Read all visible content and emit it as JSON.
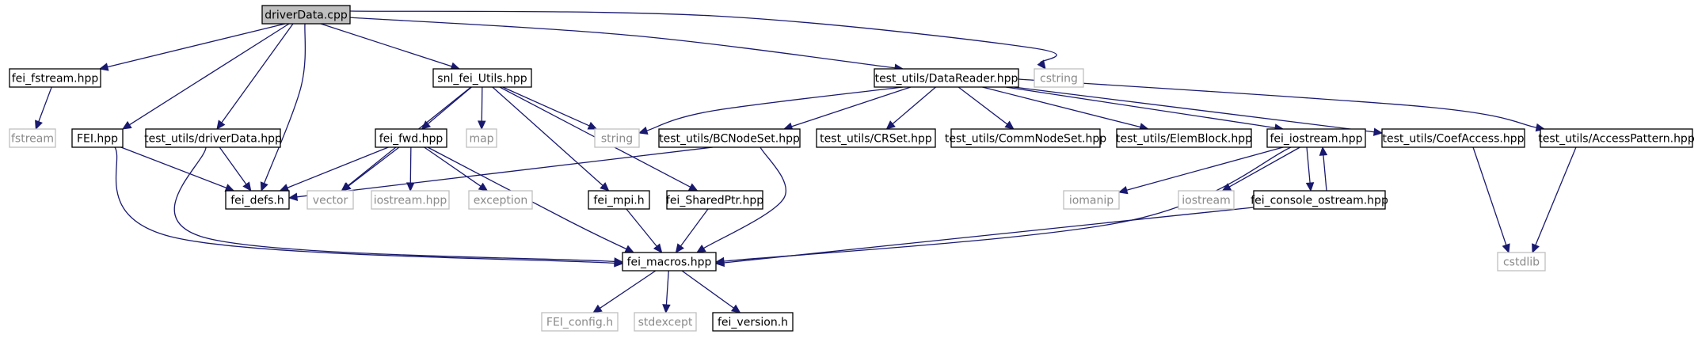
{
  "nodes": [
    {
      "id": "driverData_cpp",
      "label": "driverData.cpp",
      "kind": "root"
    },
    {
      "id": "fei_fstream_hpp",
      "label": "fei_fstream.hpp",
      "kind": "file"
    },
    {
      "id": "fstream",
      "label": "fstream",
      "kind": "external"
    },
    {
      "id": "FEI_hpp",
      "label": "FEI.hpp",
      "kind": "file"
    },
    {
      "id": "test_utils_driverData_hpp",
      "label": "test_utils/driverData.hpp",
      "kind": "file"
    },
    {
      "id": "fei_defs_h",
      "label": "fei_defs.h",
      "kind": "file"
    },
    {
      "id": "snl_fei_Utils_hpp",
      "label": "snl_fei_Utils.hpp",
      "kind": "file"
    },
    {
      "id": "fei_fwd_hpp",
      "label": "fei_fwd.hpp",
      "kind": "file"
    },
    {
      "id": "map",
      "label": "map",
      "kind": "external"
    },
    {
      "id": "string",
      "label": "string",
      "kind": "external"
    },
    {
      "id": "vector",
      "label": "vector",
      "kind": "external"
    },
    {
      "id": "iostream_hpp",
      "label": "iostream.hpp",
      "kind": "external"
    },
    {
      "id": "exception",
      "label": "exception",
      "kind": "external"
    },
    {
      "id": "fei_mpi_h",
      "label": "fei_mpi.h",
      "kind": "file"
    },
    {
      "id": "fei_SharedPtr_hpp",
      "label": "fei_SharedPtr.hpp",
      "kind": "file"
    },
    {
      "id": "fei_macros_hpp",
      "label": "fei_macros.hpp",
      "kind": "file"
    },
    {
      "id": "FEI_config_h",
      "label": "FEI_config.h",
      "kind": "external"
    },
    {
      "id": "stdexcept",
      "label": "stdexcept",
      "kind": "external"
    },
    {
      "id": "fei_version_h",
      "label": "fei_version.h",
      "kind": "file"
    },
    {
      "id": "test_utils_DataReader_hpp",
      "label": "test_utils/DataReader.hpp",
      "kind": "file"
    },
    {
      "id": "cstring",
      "label": "cstring",
      "kind": "external"
    },
    {
      "id": "test_utils_BCNodeSet_hpp",
      "label": "test_utils/BCNodeSet.hpp",
      "kind": "file"
    },
    {
      "id": "test_utils_CRSet_hpp",
      "label": "test_utils/CRSet.hpp",
      "kind": "file"
    },
    {
      "id": "test_utils_CommNodeSet_hpp",
      "label": "test_utils/CommNodeSet.hpp",
      "kind": "file"
    },
    {
      "id": "test_utils_ElemBlock_hpp",
      "label": "test_utils/ElemBlock.hpp",
      "kind": "file"
    },
    {
      "id": "fei_iostream_hpp",
      "label": "fei_iostream.hpp",
      "kind": "file"
    },
    {
      "id": "test_utils_CoefAccess_hpp",
      "label": "test_utils/CoefAccess.hpp",
      "kind": "file"
    },
    {
      "id": "test_utils_AccessPattern_hpp",
      "label": "test_utils/AccessPattern.hpp",
      "kind": "file"
    },
    {
      "id": "iomanip",
      "label": "iomanip",
      "kind": "external"
    },
    {
      "id": "iostream",
      "label": "iostream",
      "kind": "external"
    },
    {
      "id": "fei_console_ostream_hpp",
      "label": "fei_console_ostream.hpp",
      "kind": "file"
    },
    {
      "id": "cstdlib",
      "label": "cstdlib",
      "kind": "external"
    }
  ],
  "edges": [
    {
      "from": "driverData_cpp",
      "to": "fei_fstream_hpp"
    },
    {
      "from": "driverData_cpp",
      "to": "FEI_hpp"
    },
    {
      "from": "driverData_cpp",
      "to": "test_utils_driverData_hpp"
    },
    {
      "from": "driverData_cpp",
      "to": "fei_defs_h"
    },
    {
      "from": "driverData_cpp",
      "to": "snl_fei_Utils_hpp"
    },
    {
      "from": "driverData_cpp",
      "to": "test_utils_DataReader_hpp"
    },
    {
      "from": "driverData_cpp",
      "to": "cstring"
    },
    {
      "from": "fei_fstream_hpp",
      "to": "fstream"
    },
    {
      "from": "FEI_hpp",
      "to": "fei_defs_h"
    },
    {
      "from": "FEI_hpp",
      "to": "fei_macros_hpp"
    },
    {
      "from": "test_utils_driverData_hpp",
      "to": "fei_defs_h"
    },
    {
      "from": "test_utils_driverData_hpp",
      "to": "fei_macros_hpp"
    },
    {
      "from": "snl_fei_Utils_hpp",
      "to": "fei_fwd_hpp"
    },
    {
      "from": "snl_fei_Utils_hpp",
      "to": "map"
    },
    {
      "from": "snl_fei_Utils_hpp",
      "to": "string"
    },
    {
      "from": "snl_fei_Utils_hpp",
      "to": "vector"
    },
    {
      "from": "snl_fei_Utils_hpp",
      "to": "fei_mpi_h"
    },
    {
      "from": "snl_fei_Utils_hpp",
      "to": "fei_SharedPtr_hpp"
    },
    {
      "from": "fei_fwd_hpp",
      "to": "fei_defs_h"
    },
    {
      "from": "fei_fwd_hpp",
      "to": "vector"
    },
    {
      "from": "fei_fwd_hpp",
      "to": "iostream_hpp"
    },
    {
      "from": "fei_fwd_hpp",
      "to": "exception"
    },
    {
      "from": "fei_fwd_hpp",
      "to": "fei_macros_hpp"
    },
    {
      "from": "fei_mpi_h",
      "to": "fei_macros_hpp"
    },
    {
      "from": "fei_SharedPtr_hpp",
      "to": "fei_macros_hpp"
    },
    {
      "from": "fei_macros_hpp",
      "to": "FEI_config_h"
    },
    {
      "from": "fei_macros_hpp",
      "to": "stdexcept"
    },
    {
      "from": "fei_macros_hpp",
      "to": "fei_version_h"
    },
    {
      "from": "test_utils_DataReader_hpp",
      "to": "string"
    },
    {
      "from": "test_utils_DataReader_hpp",
      "to": "test_utils_BCNodeSet_hpp"
    },
    {
      "from": "test_utils_DataReader_hpp",
      "to": "test_utils_CRSet_hpp"
    },
    {
      "from": "test_utils_DataReader_hpp",
      "to": "test_utils_CommNodeSet_hpp"
    },
    {
      "from": "test_utils_DataReader_hpp",
      "to": "test_utils_ElemBlock_hpp"
    },
    {
      "from": "test_utils_DataReader_hpp",
      "to": "fei_iostream_hpp"
    },
    {
      "from": "test_utils_DataReader_hpp",
      "to": "test_utils_CoefAccess_hpp"
    },
    {
      "from": "test_utils_DataReader_hpp",
      "to": "test_utils_AccessPattern_hpp"
    },
    {
      "from": "test_utils_BCNodeSet_hpp",
      "to": "fei_defs_h"
    },
    {
      "from": "test_utils_BCNodeSet_hpp",
      "to": "fei_macros_hpp"
    },
    {
      "from": "fei_iostream_hpp",
      "to": "iomanip"
    },
    {
      "from": "fei_iostream_hpp",
      "to": "iostream"
    },
    {
      "from": "fei_iostream_hpp",
      "to": "fei_console_ostream_hpp"
    },
    {
      "from": "fei_iostream_hpp",
      "to": "fei_macros_hpp"
    },
    {
      "from": "fei_console_ostream_hpp",
      "to": "fei_iostream_hpp"
    },
    {
      "from": "fei_console_ostream_hpp",
      "to": "fei_macros_hpp"
    },
    {
      "from": "test_utils_CoefAccess_hpp",
      "to": "cstdlib"
    },
    {
      "from": "test_utils_AccessPattern_hpp",
      "to": "cstdlib"
    }
  ]
}
